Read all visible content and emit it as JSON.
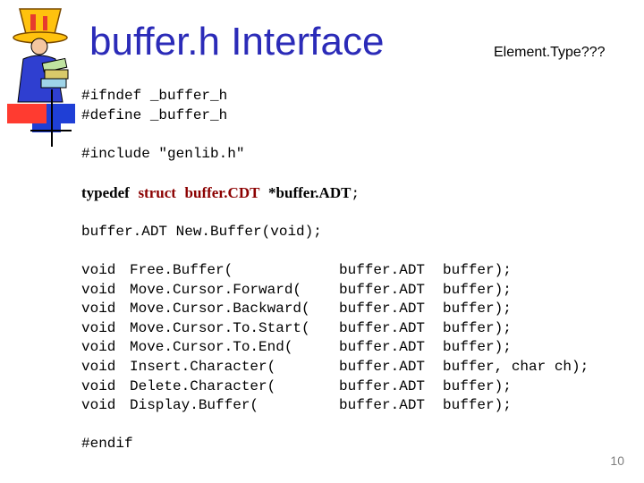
{
  "slide": {
    "title": "buffer.h Interface",
    "element_type_note": "Element.Type???",
    "page_number": "10"
  },
  "code": {
    "ifndef_line": "#ifndef _buffer_h",
    "define_line": "#define _buffer_h",
    "include_line": "#include \"genlib.h\"",
    "typedef_kw": "typedef",
    "struct_kw": "struct",
    "struct_name": "buffer.CDT",
    "ptr_type": "*buffer.ADT",
    "typedef_end": ";",
    "new_buffer_line": "buffer.ADT New.Buffer(void);",
    "endif_line": "#endif",
    "prototypes": [
      {
        "ret": "void",
        "name": "Free.Buffer(",
        "type": "buffer.ADT",
        "params": "buffer);"
      },
      {
        "ret": "void",
        "name": "Move.Cursor.Forward(",
        "type": "buffer.ADT",
        "params": "buffer);"
      },
      {
        "ret": "void",
        "name": "Move.Cursor.Backward(",
        "type": "buffer.ADT",
        "params": "buffer);"
      },
      {
        "ret": "void",
        "name": "Move.Cursor.To.Start(",
        "type": "buffer.ADT",
        "params": "buffer);"
      },
      {
        "ret": "void",
        "name": "Move.Cursor.To.End(",
        "type": "buffer.ADT",
        "params": "buffer);"
      },
      {
        "ret": "void",
        "name": "Insert.Character(",
        "type": "buffer.ADT",
        "params": "buffer, char ch);"
      },
      {
        "ret": "void",
        "name": "Delete.Character(",
        "type": "buffer.ADT",
        "params": "buffer);"
      },
      {
        "ret": "void",
        "name": "Display.Buffer(",
        "type": "buffer.ADT",
        "params": "buffer);"
      }
    ]
  },
  "icons": {
    "clipart": "wizard-with-books-icon"
  },
  "colors": {
    "title": "#2b2bb8",
    "keyword": "#8b0000",
    "accent_red": "#ff3b30",
    "accent_blue": "#1f3fd6",
    "accent_yellow": "#ffd400"
  }
}
